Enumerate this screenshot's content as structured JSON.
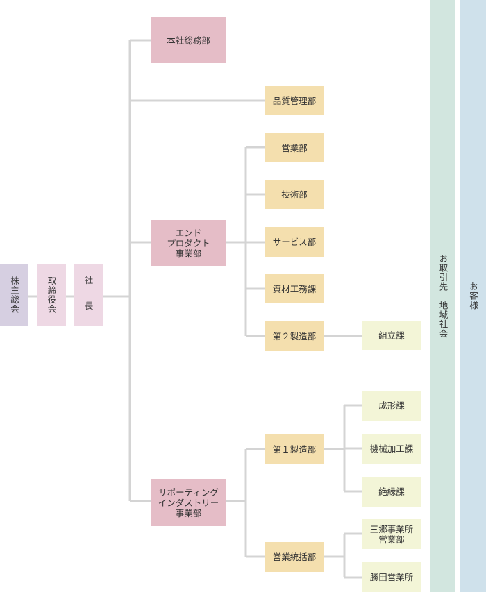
{
  "colors": {
    "line": "#d4d4d4",
    "shareholders": "#d6cfe1",
    "board": "#eed8e4",
    "president": "#eed8e4",
    "division": "#e5bdc7",
    "department": "#f4dfae",
    "section": "#f3f5d7",
    "partners": "#d2e6df",
    "customers": "#cfe1eb"
  },
  "org": {
    "shareholders": "株主総会",
    "board": "取締役会",
    "president": "社　長",
    "head_office": "本社総務部",
    "quality": "品質管理部",
    "end_product": {
      "name": "エンド\nプロダクト\n事業部",
      "departments": {
        "sales": "営業部",
        "tech": "技術部",
        "service": "サービス部",
        "materials": "資材工務課",
        "mfg2": "第２製造部"
      },
      "mfg2_sections": {
        "assembly": "組立課"
      }
    },
    "supporting": {
      "name": "サポーティング\nインダストリー\n事業部",
      "departments": {
        "mfg1": "第１製造部",
        "sales_general": "営業統括部"
      },
      "mfg1_sections": {
        "forming": "成形課",
        "machining": "機械加工課",
        "insulation": "絶縁課"
      },
      "sales_sections": {
        "misato": "三郷事業所\n営業部",
        "katsuta": "勝田営業所"
      }
    },
    "partners": "お取引先　地域社会",
    "customers": "お客様"
  }
}
